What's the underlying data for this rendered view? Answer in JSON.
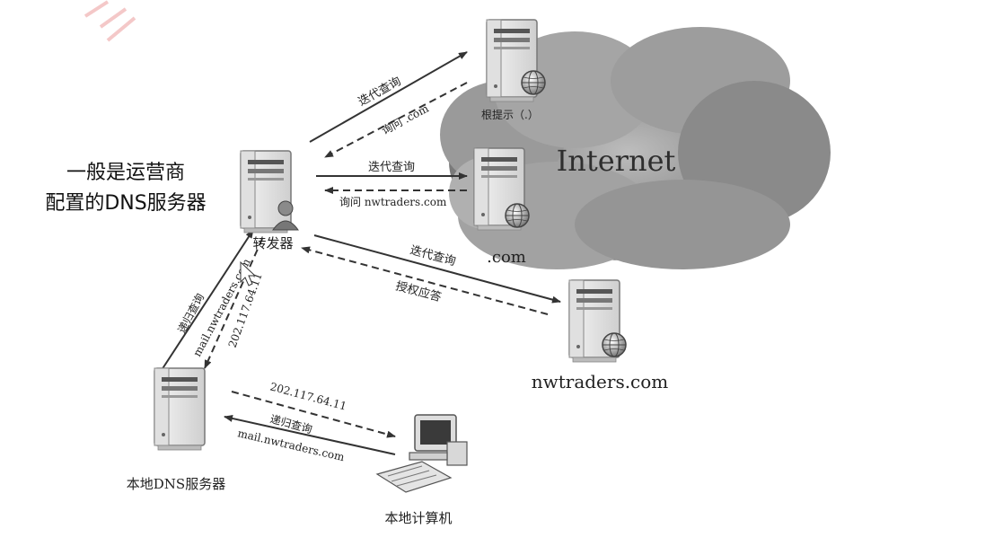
{
  "annotation": {
    "line1": "一般是运营商",
    "line2": "配置的DNS服务器"
  },
  "cloud": {
    "label": "Internet"
  },
  "nodes": {
    "root": "根提示（.）",
    "com": ".com",
    "forwarder": "转发器",
    "nwtraders": "nwtraders.com",
    "local_dns": "本地DNS服务器",
    "local_pc": "本地计算机"
  },
  "arrows": {
    "fwd_to_root": "迭代查询",
    "root_to_fwd": "询问 .com",
    "fwd_to_com": "迭代查询",
    "com_to_fwd": "询问 nwtraders.com",
    "fwd_to_nw": "迭代查询",
    "nw_to_fwd": "授权应答",
    "local_to_fwd_1": "递归查询",
    "local_to_fwd_2": "mail.nwtraders.com",
    "fwd_to_local": "202.117.64.11",
    "local_to_pc": "202.117.64.11",
    "pc_to_local_1": "递归查询",
    "pc_to_local_2": "mail.nwtraders.com"
  }
}
